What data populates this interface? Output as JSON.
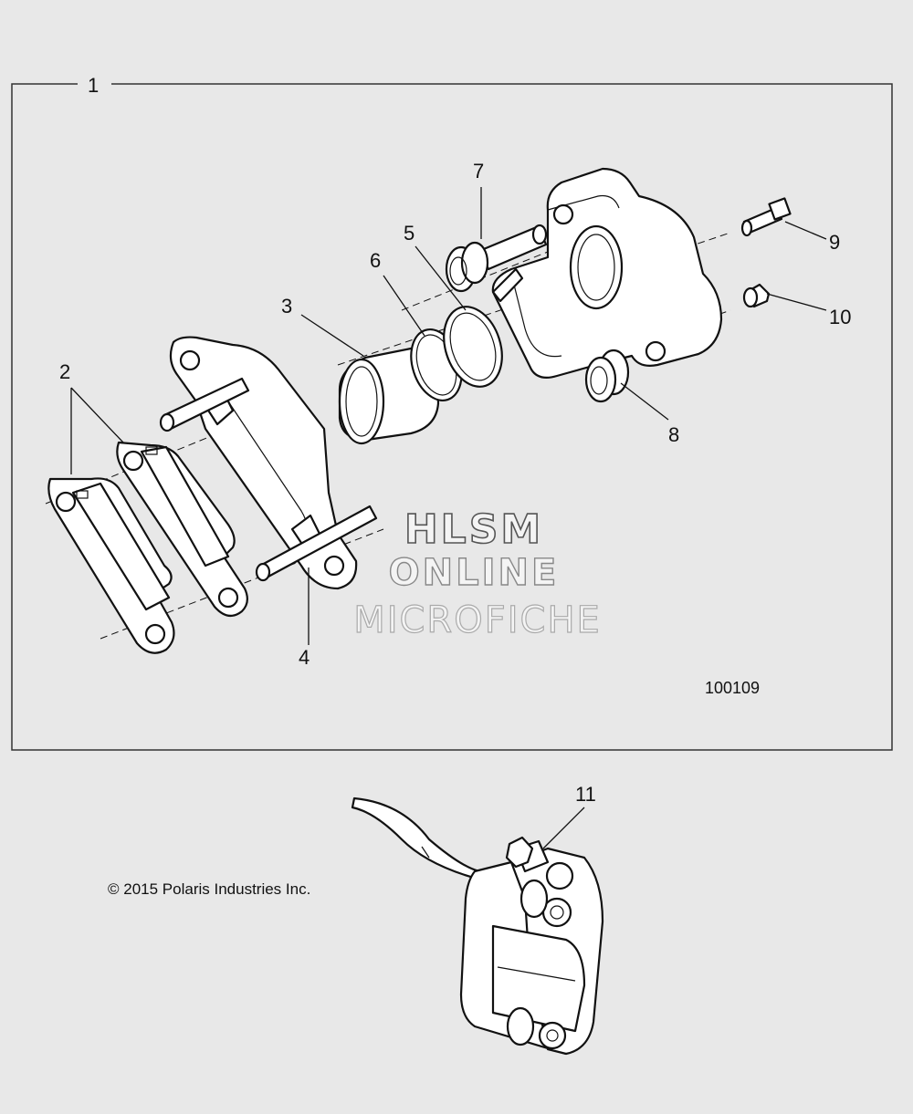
{
  "callouts": {
    "c1": "1",
    "c2": "2",
    "c3": "3",
    "c4": "4",
    "c5": "5",
    "c6": "6",
    "c7": "7",
    "c8": "8",
    "c9": "9",
    "c10": "10",
    "c11": "11"
  },
  "part_number": "100109",
  "watermark": {
    "line1": "HLSM",
    "line2": "ONLINE",
    "line3": "MICROFICHE"
  },
  "copyright": "© 2015 Polaris Industries Inc.",
  "colors": {
    "background": "#e8e8e8",
    "line": "#111111",
    "part_fill": "#ffffff"
  }
}
